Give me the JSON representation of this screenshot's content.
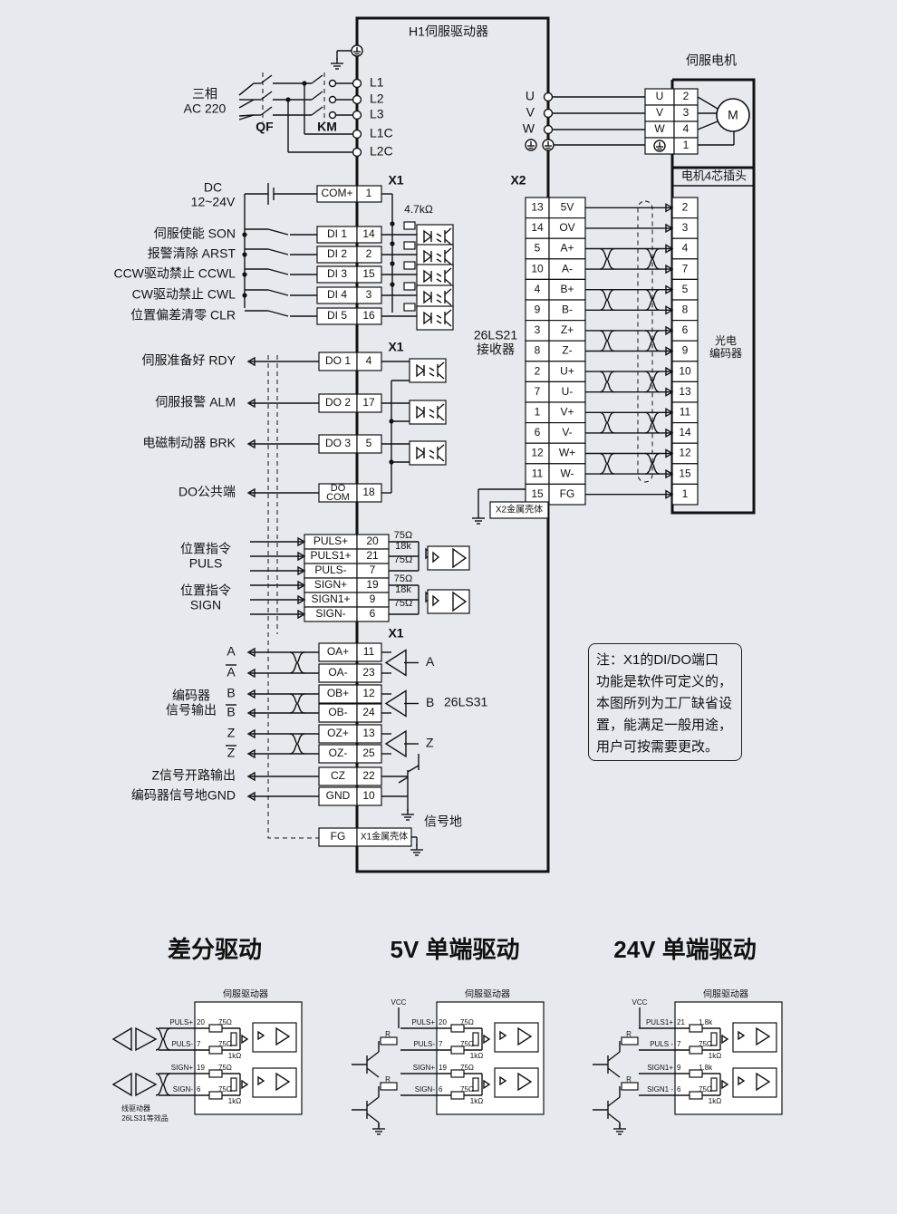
{
  "driver_title": "H1伺服驱动器",
  "motor_title": "伺服电机",
  "motor_symbol": "M",
  "motor_plug": "电机4芯插头",
  "encoder_label": [
    "光电",
    "编码器"
  ],
  "power": {
    "input_label": [
      "三相",
      "AC 220"
    ],
    "qf": "QF",
    "km": "KM",
    "terminals": [
      "L1",
      "L2",
      "L3",
      "L1C",
      "L2C"
    ]
  },
  "motor_outputs": [
    "U",
    "V",
    "W"
  ],
  "motor_plug_rows": [
    {
      "sig": "U",
      "pin": "2"
    },
    {
      "sig": "V",
      "pin": "3"
    },
    {
      "sig": "W",
      "pin": "4"
    },
    {
      "sig": "",
      "pin": "1"
    }
  ],
  "x1_label": "X1",
  "x2_label": "X2",
  "dc_label": [
    "DC",
    "12~24V"
  ],
  "resistor_label": "4.7kΩ",
  "di_rows": [
    {
      "name": "COM+",
      "pin": "1",
      "desc": ""
    },
    {
      "name": "DI 1",
      "pin": "14",
      "desc": "伺服使能 SON"
    },
    {
      "name": "DI 2",
      "pin": "2",
      "desc": "报警清除 ARST"
    },
    {
      "name": "DI 3",
      "pin": "15",
      "desc": "CCW驱动禁止 CCWL"
    },
    {
      "name": "DI 4",
      "pin": "3",
      "desc": "CW驱动禁止 CWL"
    },
    {
      "name": "DI 5",
      "pin": "16",
      "desc": "位置偏差清零 CLR"
    }
  ],
  "do_rows": [
    {
      "name": "DO 1",
      "pin": "4",
      "desc": "伺服准备好 RDY"
    },
    {
      "name": "DO 2",
      "pin": "17",
      "desc": "伺服报警 ALM"
    },
    {
      "name": "DO 3",
      "pin": "5",
      "desc": "电磁制动器 BRK"
    },
    {
      "name": "DO COM",
      "pin": "18",
      "desc": "DO公共端"
    }
  ],
  "pulse_rows": [
    {
      "name": "PULS+",
      "pin": "20"
    },
    {
      "name": "PULS1+",
      "pin": "21"
    },
    {
      "name": "PULS-",
      "pin": "7"
    },
    {
      "name": "SIGN+",
      "pin": "19"
    },
    {
      "name": "SIGN1+",
      "pin": "9"
    },
    {
      "name": "SIGN-",
      "pin": "6"
    }
  ],
  "pulse_labels": {
    "puls": [
      "位置指令",
      "PULS"
    ],
    "sign": [
      "位置指令",
      "SIGN"
    ],
    "r75": "75Ω",
    "r18k": "18k"
  },
  "enc_out_rows": [
    {
      "name": "OA+",
      "pin": "11"
    },
    {
      "name": "OA-",
      "pin": "23"
    },
    {
      "name": "OB+",
      "pin": "12"
    },
    {
      "name": "OB-",
      "pin": "24"
    },
    {
      "name": "OZ+",
      "pin": "13"
    },
    {
      "name": "OZ-",
      "pin": "25"
    },
    {
      "name": "CZ",
      "pin": "22"
    },
    {
      "name": "GND",
      "pin": "10"
    }
  ],
  "enc_out_labels": {
    "a": "A",
    "b": "B",
    "z": "Z",
    "group": [
      "编码器",
      "信号输出"
    ],
    "cz": "Z信号开路输出",
    "gnd": "编码器信号地GND",
    "chip": "26LS31",
    "sig_gnd": "信号地"
  },
  "fg": {
    "name": "FG",
    "x1_shell": "X1金属壳体",
    "x2_shell": "X2金属壳体"
  },
  "x2_rows": [
    {
      "pin": "13",
      "sig": "5V",
      "mp": "2"
    },
    {
      "pin": "14",
      "sig": "OV",
      "mp": "3"
    },
    {
      "pin": "5",
      "sig": "A+",
      "mp": "4"
    },
    {
      "pin": "10",
      "sig": "A-",
      "mp": "7"
    },
    {
      "pin": "4",
      "sig": "B+",
      "mp": "5"
    },
    {
      "pin": "9",
      "sig": "B-",
      "mp": "8"
    },
    {
      "pin": "3",
      "sig": "Z+",
      "mp": "6"
    },
    {
      "pin": "8",
      "sig": "Z-",
      "mp": "9"
    },
    {
      "pin": "2",
      "sig": "U+",
      "mp": "10"
    },
    {
      "pin": "7",
      "sig": "U-",
      "mp": "13"
    },
    {
      "pin": "1",
      "sig": "V+",
      "mp": "11"
    },
    {
      "pin": "6",
      "sig": "V-",
      "mp": "14"
    },
    {
      "pin": "12",
      "sig": "W+",
      "mp": "12"
    },
    {
      "pin": "11",
      "sig": "W-",
      "mp": "15"
    },
    {
      "pin": "15",
      "sig": "FG",
      "mp": "1"
    }
  ],
  "receiver_label": [
    "26LS21",
    "接收器"
  ],
  "note_lines": [
    "注：X1的DI/DO端口",
    "功能是软件可定义的，",
    "本图所列为工厂缺省设",
    "置，能满足一般用途，",
    "用户可按需要更改。"
  ],
  "bottom": {
    "titles": [
      "差分驱动",
      "5V 单端驱动",
      "24V 单端驱动"
    ],
    "drv": "伺服驱动器",
    "vcc": "VCC",
    "r": "R",
    "r75": "75Ω",
    "r1k": "1kΩ",
    "r18": "1.8k",
    "diff_rows": [
      {
        "name": "PULS+",
        "pin": "20"
      },
      {
        "name": "PULS-",
        "pin": "7"
      },
      {
        "name": "SIGN+",
        "pin": "19"
      },
      {
        "name": "SIGN-",
        "pin": "6"
      }
    ],
    "s24_rows": [
      {
        "name": "PULS1+",
        "pin": "21"
      },
      {
        "name": "PULS -",
        "pin": "7"
      },
      {
        "name": "SIGN1+",
        "pin": "9"
      },
      {
        "name": "SIGN1 -",
        "pin": "6"
      }
    ],
    "line_driver": [
      "线驱动器",
      "26LS31等效品"
    ]
  }
}
